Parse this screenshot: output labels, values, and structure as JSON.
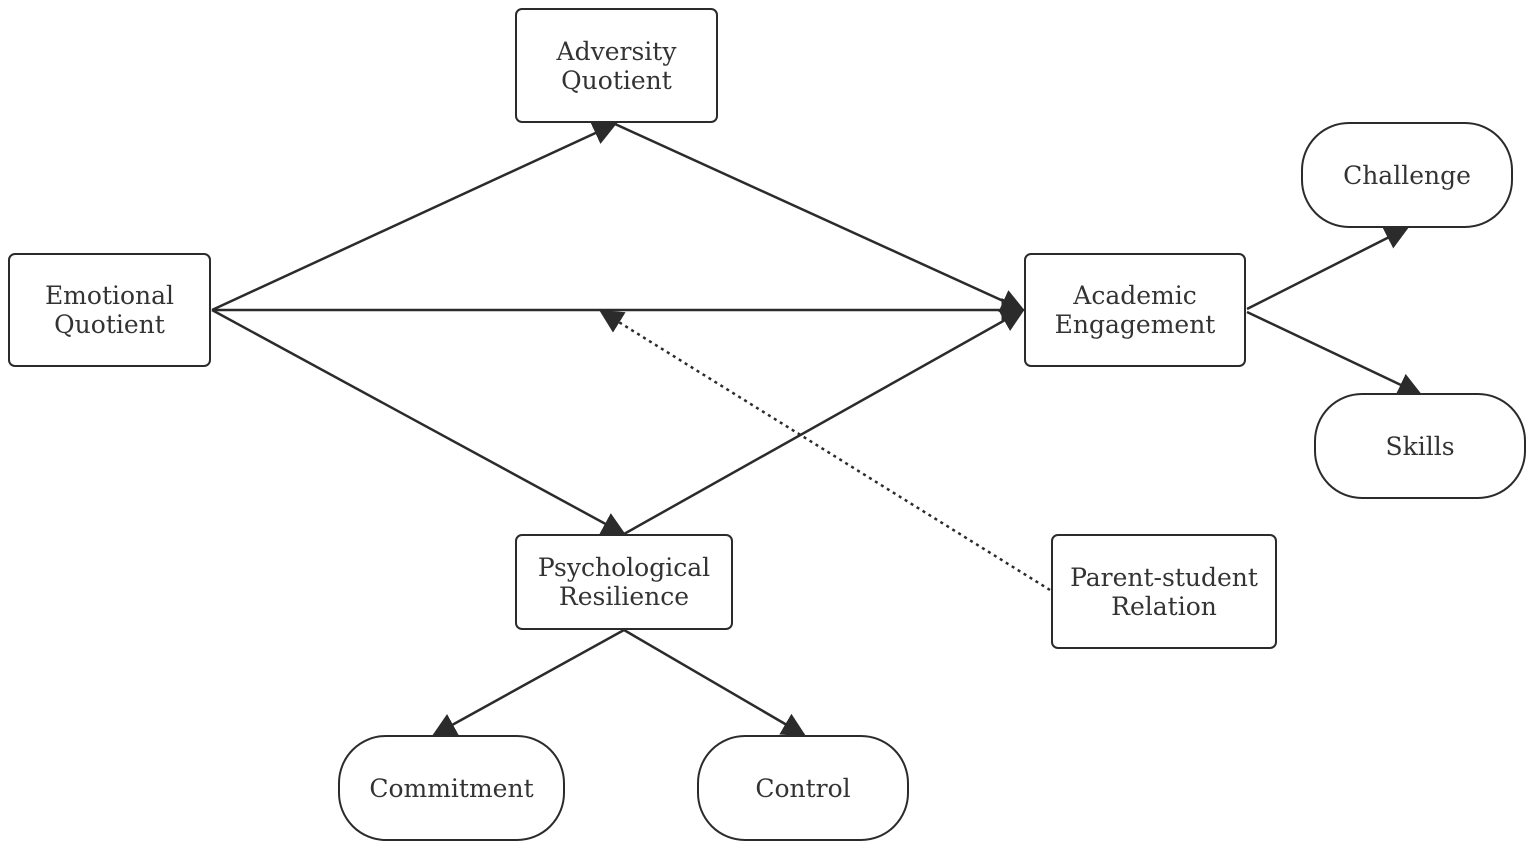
{
  "nodes": {
    "emotional_quotient": {
      "line1": "Emotional",
      "line2": "Quotient"
    },
    "adversity_quotient": {
      "line1": "Adversity",
      "line2": "Quotient"
    },
    "academic_engagement": {
      "line1": "Academic",
      "line2": "Engagement"
    },
    "psychological_resilience": {
      "line1": "Psychological",
      "line2": "Resilience"
    },
    "parent_student_relation": {
      "line1": "Parent-student",
      "line2": "Relation"
    },
    "challenge": {
      "label": "Challenge"
    },
    "skills": {
      "label": "Skills"
    },
    "commitment": {
      "label": "Commitment"
    },
    "control": {
      "label": "Control"
    }
  },
  "colors": {
    "stroke": "#2b2b2b",
    "text": "#333333",
    "background": "#ffffff"
  }
}
